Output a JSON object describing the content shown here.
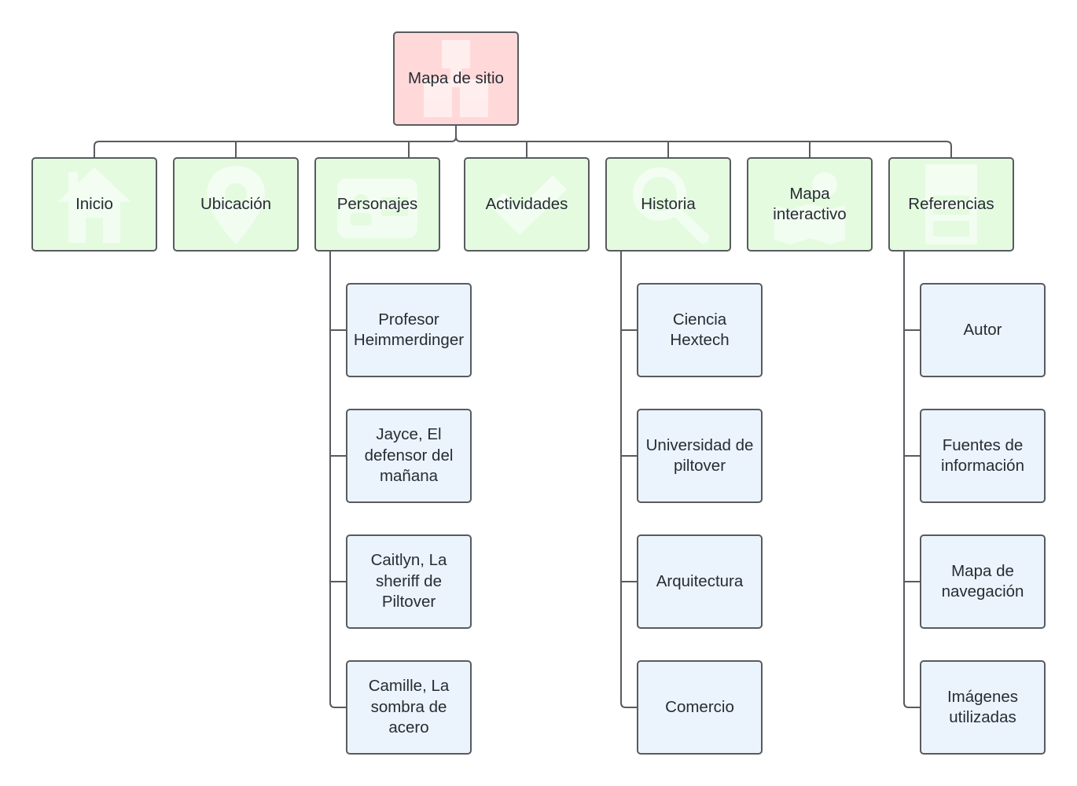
{
  "root": {
    "label": "Mapa de sitio",
    "icon": "sitemap-icon"
  },
  "sections": [
    {
      "label": "Inicio",
      "icon": "home-icon",
      "children": []
    },
    {
      "label": "Ubicación",
      "icon": "location-pin-icon",
      "children": []
    },
    {
      "label": "Personajes",
      "icon": "id-card-icon",
      "children": [
        "Profesor\nHeimmerdinger",
        "Jayce, El\ndefensor del\nmañana",
        "Caitlyn, La\nsheriff de\nPiltover",
        "Camille, La\nsombra de\nacero"
      ]
    },
    {
      "label": "Actividades",
      "icon": "checkmark-icon",
      "children": []
    },
    {
      "label": "Historia",
      "icon": "magnifier-icon",
      "children": [
        "Ciencia\nHextech",
        "Universidad de\npiltover",
        "Arquitectura",
        "Comercio"
      ]
    },
    {
      "label": "Mapa\ninteractivo",
      "icon": "map-icon",
      "children": []
    },
    {
      "label": "Referencias",
      "icon": "document-icon",
      "children": [
        "Autor",
        "Fuentes de\ninformación",
        "Mapa de\nnavegación",
        "Imágenes\nutilizadas"
      ]
    }
  ],
  "colors": {
    "root_fill": "#ffd9d9",
    "section_fill": "#e4fbe0",
    "child_fill": "#ebf4fc",
    "border": "#585b5f",
    "connector": "#585b5f",
    "text": "#282c33"
  }
}
